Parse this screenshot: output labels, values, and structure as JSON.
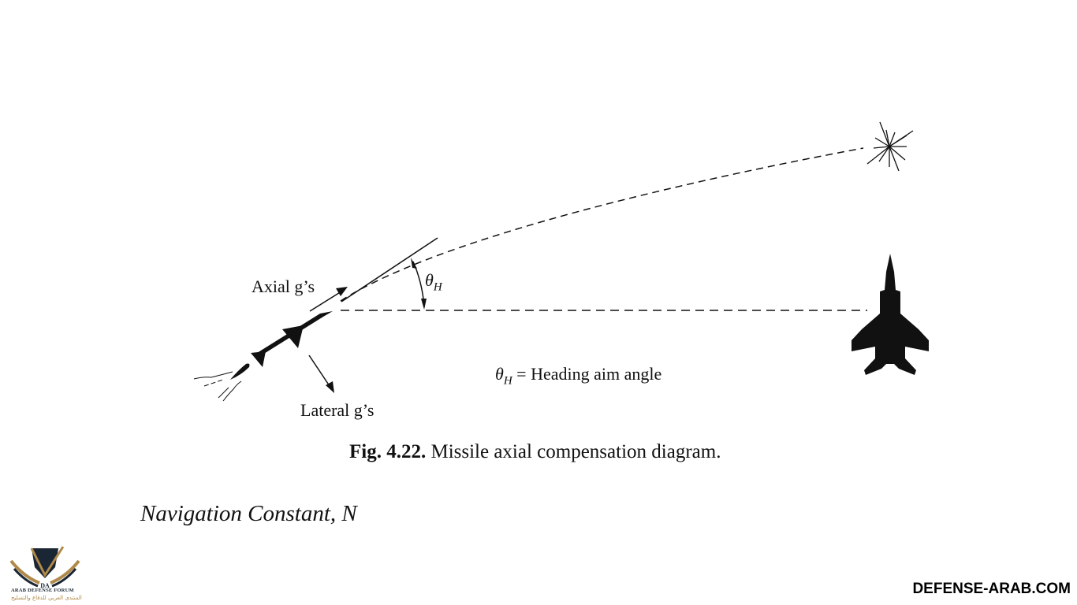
{
  "diagram": {
    "axial_label": "Axial g’s",
    "lateral_label": "Lateral g’s",
    "theta_symbol": "θ",
    "theta_subscript": "H",
    "definition_rest": " = Heading aim angle"
  },
  "caption": {
    "number": "Fig. 4.22.",
    "text": " Missile axial compensation diagram."
  },
  "section_heading": "Navigation Constant, N",
  "watermark": {
    "site": "DEFENSE-ARAB.COM",
    "logo_text": "ARAB DEFENSE FORUM",
    "logo_arabic": "المنتدى العربي للدفاع والتسليح",
    "logo_initials": "DA"
  },
  "colors": {
    "ink": "#111111",
    "logo_gold": "#b08a4a",
    "logo_navy": "#1a2633"
  }
}
